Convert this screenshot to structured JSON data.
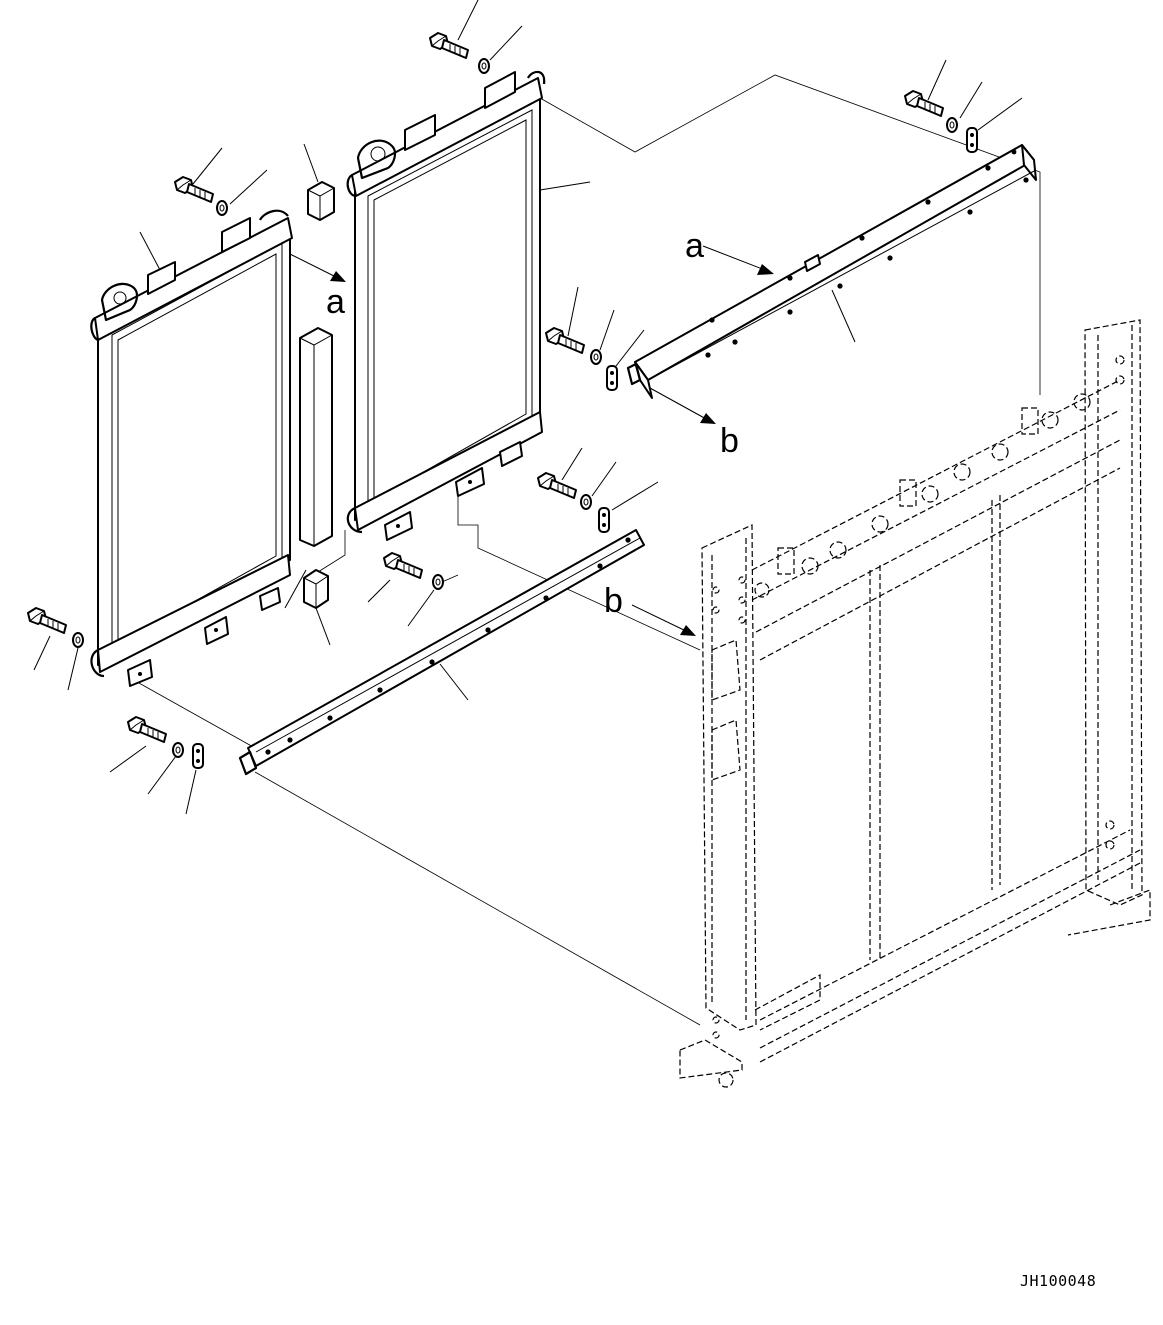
{
  "drawing": {
    "code": "JH100048",
    "view_labels": {
      "a_left": "a",
      "a_right": "a",
      "b_right": "b",
      "b_frame": "b"
    }
  }
}
